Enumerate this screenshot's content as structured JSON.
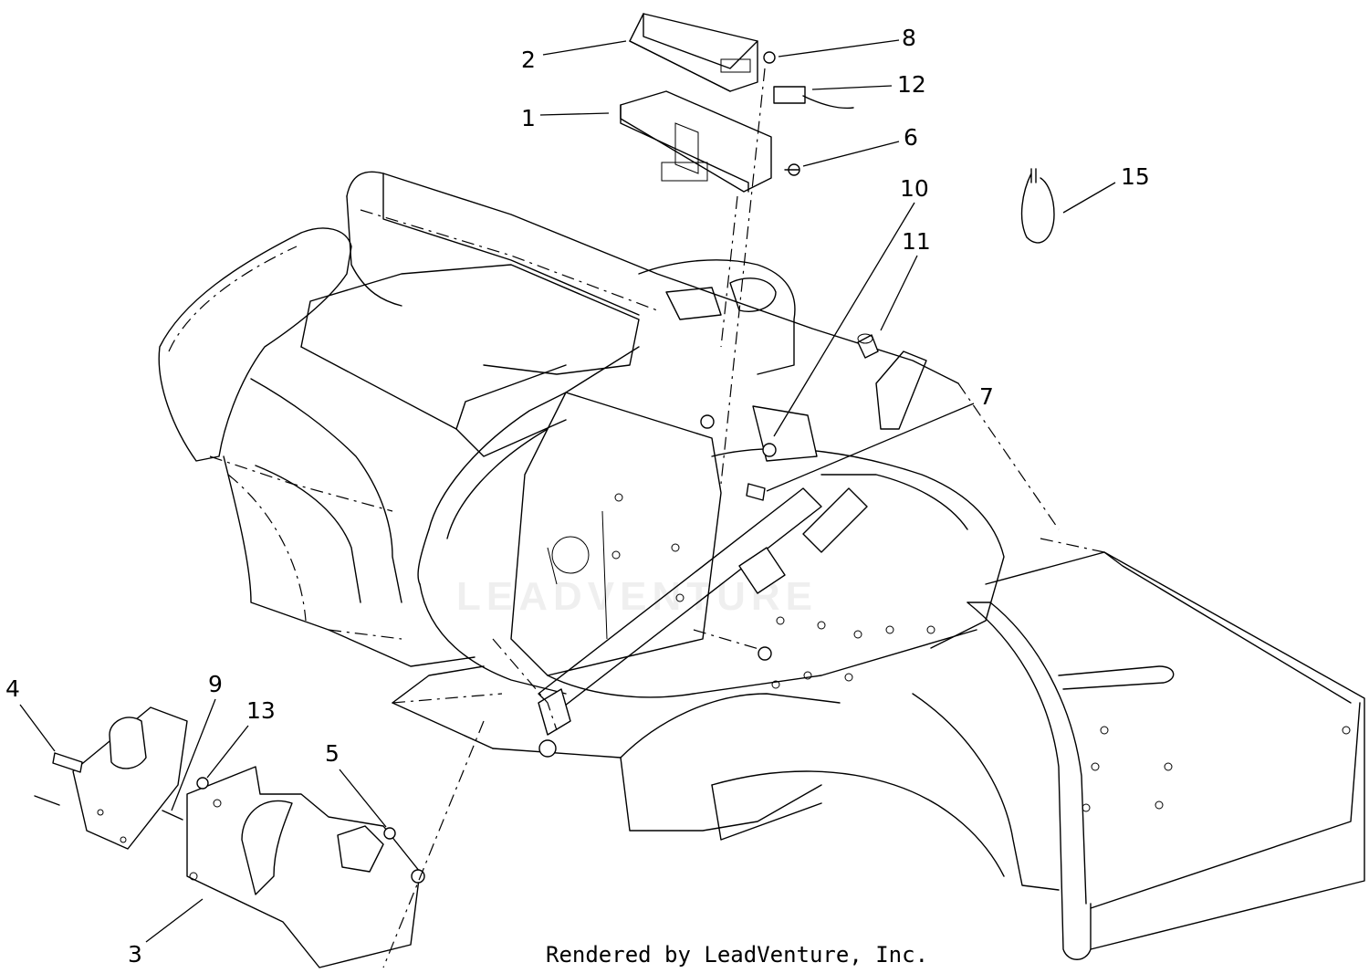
{
  "diagram": {
    "callouts": [
      {
        "id": "1",
        "label": "1"
      },
      {
        "id": "2",
        "label": "2"
      },
      {
        "id": "3",
        "label": "3"
      },
      {
        "id": "4",
        "label": "4"
      },
      {
        "id": "5",
        "label": "5"
      },
      {
        "id": "6",
        "label": "6"
      },
      {
        "id": "7",
        "label": "7"
      },
      {
        "id": "8",
        "label": "8"
      },
      {
        "id": "9",
        "label": "9"
      },
      {
        "id": "10",
        "label": "10"
      },
      {
        "id": "11",
        "label": "11"
      },
      {
        "id": "12",
        "label": "12"
      },
      {
        "id": "13",
        "label": "13"
      },
      {
        "id": "15",
        "label": "15"
      }
    ],
    "watermark": "LEADVENTURE",
    "footer": "Rendered by LeadVenture, Inc."
  }
}
